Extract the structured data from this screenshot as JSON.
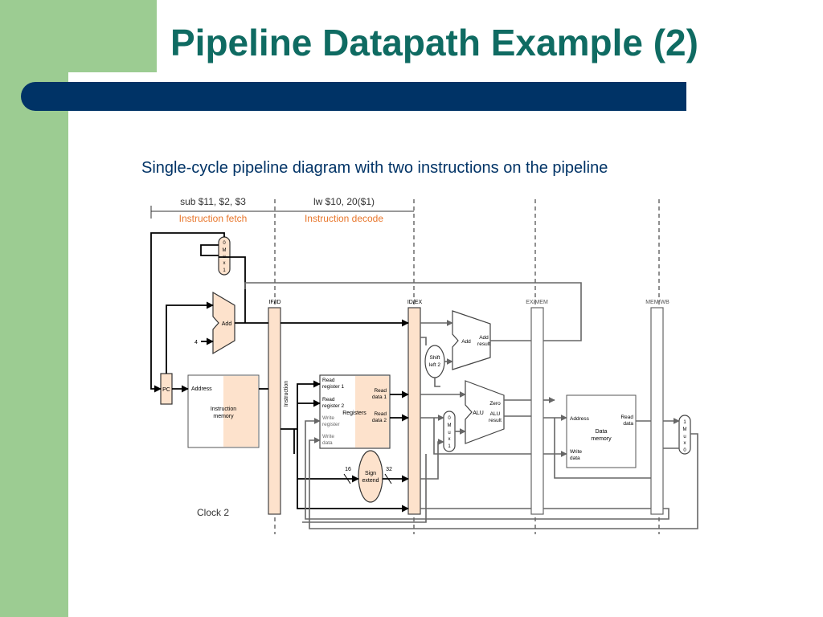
{
  "slide": {
    "title": "Pipeline Datapath Example (2)",
    "subtitle": "Single-cycle pipeline diagram with two instructions on the pipeline",
    "colors": {
      "title": "#0f6b62",
      "bar": "#003366",
      "band": "#9ccc92",
      "stage_fill": "#fde2cc"
    }
  },
  "diagram": {
    "instr_if": "sub $11, $2, $3",
    "instr_id": "lw $10, 20($1)",
    "stage_if": "Instruction fetch",
    "stage_id": "Instruction decode",
    "reg_if_id": "IF/ID",
    "reg_id_ex": "ID/EX",
    "reg_ex_mem": "EX/MEM",
    "reg_mem_wb": "MEM/WB",
    "mux_top": [
      "0",
      "M",
      "u",
      "x",
      "1"
    ],
    "mux_alu": [
      "0",
      "M",
      "u",
      "x",
      "1"
    ],
    "mux_wb": [
      "1",
      "M",
      "u",
      "x",
      "0"
    ],
    "add_label": "Add",
    "four": "4",
    "pc": "PC",
    "imem_address": "Address",
    "imem_label_1": "Instruction",
    "imem_label_2": "memory",
    "instruction_vertical": "Instruction",
    "rf_read_reg1_a": "Read",
    "rf_read_reg1_b": "register 1",
    "rf_read_reg2_a": "Read",
    "rf_read_reg2_b": "register 2",
    "rf_write_reg_a": "Write",
    "rf_write_reg_b": "register",
    "rf_write_data_a": "Write",
    "rf_write_data_b": "data",
    "rf_read_data1_a": "Read",
    "rf_read_data1_b": "data 1",
    "rf_read_data2_a": "Read",
    "rf_read_data2_b": "data 2",
    "rf_label": "Registers",
    "sign_extend_a": "Sign",
    "sign_extend_b": "extend",
    "bits_16": "16",
    "bits_32": "32",
    "shift_a": "Shift",
    "shift_b": "left 2",
    "adder2_add": "Add",
    "adder2_result_a": "Add",
    "adder2_result_b": "result",
    "alu_label": "ALU",
    "alu_zero": "Zero",
    "alu_result_a": "ALU",
    "alu_result_b": "result",
    "dmem_address": "Address",
    "dmem_read_a": "Read",
    "dmem_read_b": "data",
    "dmem_label_1": "Data",
    "dmem_label_2": "memory",
    "dmem_write_a": "Write",
    "dmem_write_b": "data",
    "clock": "Clock 2"
  }
}
